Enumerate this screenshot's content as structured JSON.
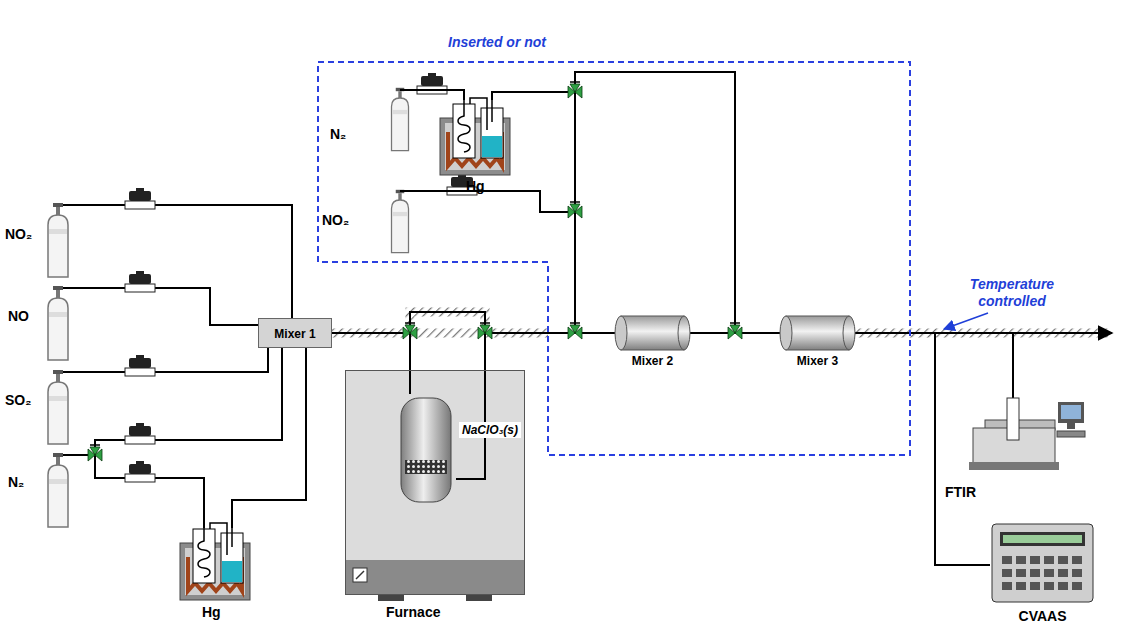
{
  "diagram": {
    "nodes": [
      {
        "text": [
          "Inserted or not"
        ]
      },
      {
        "text": [
          "Mixer 1"
        ]
      },
      {
        "text": [
          "Furnace"
        ]
      },
      {
        "text": [
          "NaClO₃(s)"
        ],
        "in": 2
      },
      {
        "text": [
          "Mixer 2"
        ],
        "in": 0
      },
      {
        "text": [
          "Mixer 3"
        ],
        "in": 0
      },
      {
        "text": [
          "FTIR"
        ]
      },
      {
        "text": [
          "CVAAS"
        ]
      }
    ],
    "edges": [
      {
        "from": 1,
        "to": 3,
        "arrow": "none"
      },
      {
        "from": 3,
        "to": 4,
        "arrow": "none"
      },
      {
        "from": 1,
        "to": 4,
        "arrow": "none"
      },
      {
        "from": 4,
        "to": 5,
        "arrow": "none"
      },
      {
        "from": 5,
        "to": 6,
        "arrow": "none"
      },
      {
        "from": 5,
        "to": 7,
        "arrow": "none"
      }
    ],
    "labels": [
      "N₂",
      "Hg",
      "NO₂",
      "NO₂",
      "NO",
      "SO₂",
      "N₂",
      "Hg",
      "Temperature controlled"
    ]
  }
}
